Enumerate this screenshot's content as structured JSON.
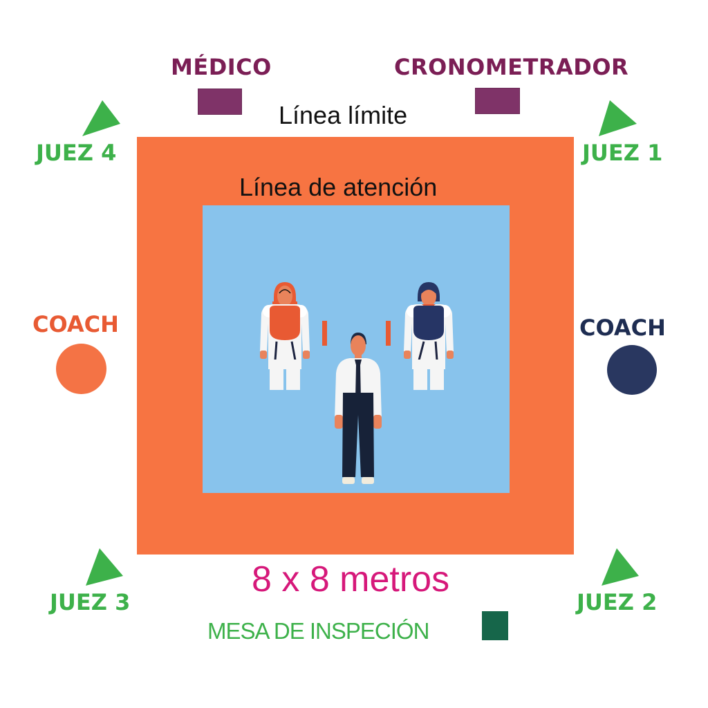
{
  "diagram": {
    "title": "Línea límite",
    "attention_line": "Línea de atención",
    "dimensions": "8 x 8 metros",
    "colors": {
      "outer_area": "#f77442",
      "competition_area": "#88c3ec",
      "officials_purple": "#7f3368",
      "judges_green": "#3db14a",
      "red_coach": "#f47345",
      "blue_coach": "#293760",
      "dimension_text": "#d6187a",
      "inspection_table": "#16664a"
    },
    "officials": {
      "medico": "MÉDICO",
      "cronometrador": "CRONOMETRADOR"
    },
    "judges": [
      {
        "label": "JUEZ 1",
        "position": "top-right"
      },
      {
        "label": "JUEZ 2",
        "position": "bottom-right"
      },
      {
        "label": "JUEZ 3",
        "position": "bottom-left"
      },
      {
        "label": "JUEZ 4",
        "position": "top-left"
      }
    ],
    "coaches": {
      "left": {
        "label": "COACH",
        "color": "#f47345",
        "side": "red"
      },
      "right": {
        "label": "COACH",
        "color": "#293760",
        "side": "blue"
      }
    },
    "figures": [
      {
        "name": "red-competitor",
        "chest_protector": "#e85a33"
      },
      {
        "name": "referee"
      },
      {
        "name": "blue-competitor",
        "chest_protector": "#263565"
      }
    ],
    "inspection_table": "MESA DE INSPECIÓN"
  }
}
